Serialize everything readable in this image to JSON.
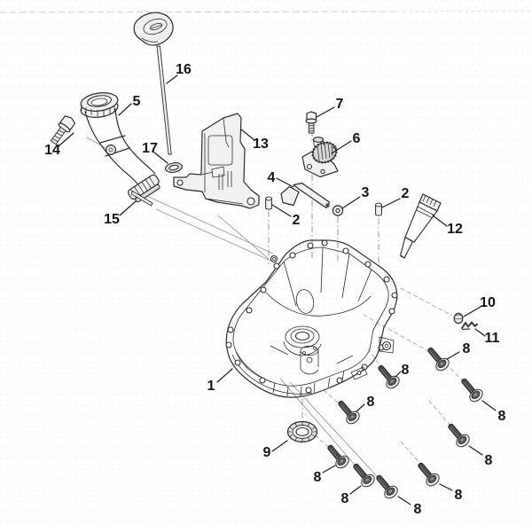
{
  "diagram": {
    "type": "exploded-parts-diagram",
    "colors": {
      "background": "#ffffff",
      "line": "#2b2b2b",
      "label": "#141414",
      "fill_light": "#f1f1f1",
      "fill_mid": "#dcdcdc",
      "fill_dark": "#4a4a4a"
    },
    "callouts": [
      {
        "part": "crankcase",
        "label": "1"
      },
      {
        "part": "pin-left",
        "label": "2"
      },
      {
        "part": "pin-right",
        "label": "2"
      },
      {
        "part": "washer",
        "label": "3"
      },
      {
        "part": "governor-arm",
        "label": "4"
      },
      {
        "part": "oil-filler-tube",
        "label": "5"
      },
      {
        "part": "governor-assembly",
        "label": "6"
      },
      {
        "part": "governor-screw",
        "label": "7"
      },
      {
        "part": "screw-top",
        "label": "8"
      },
      {
        "part": "screw-upper-right",
        "label": "8"
      },
      {
        "part": "screw-right",
        "label": "8"
      },
      {
        "part": "screw-mid",
        "label": "8"
      },
      {
        "part": "screw-lower-right",
        "label": "8"
      },
      {
        "part": "screw-lower-left",
        "label": "8"
      },
      {
        "part": "screw-bottom-left",
        "label": "8"
      },
      {
        "part": "screw-bottom",
        "label": "8"
      },
      {
        "part": "screw-bottom-right",
        "label": "8"
      },
      {
        "part": "oil-seal",
        "label": "9"
      },
      {
        "part": "plug",
        "label": "10"
      },
      {
        "part": "clip",
        "label": "11"
      },
      {
        "part": "sealant-tube",
        "label": "12"
      },
      {
        "part": "bracket",
        "label": "13"
      },
      {
        "part": "bolt",
        "label": "14"
      },
      {
        "part": "dowel-pin",
        "label": "15"
      },
      {
        "part": "dipstick",
        "label": "16"
      },
      {
        "part": "sealing-ring",
        "label": "17"
      }
    ]
  }
}
